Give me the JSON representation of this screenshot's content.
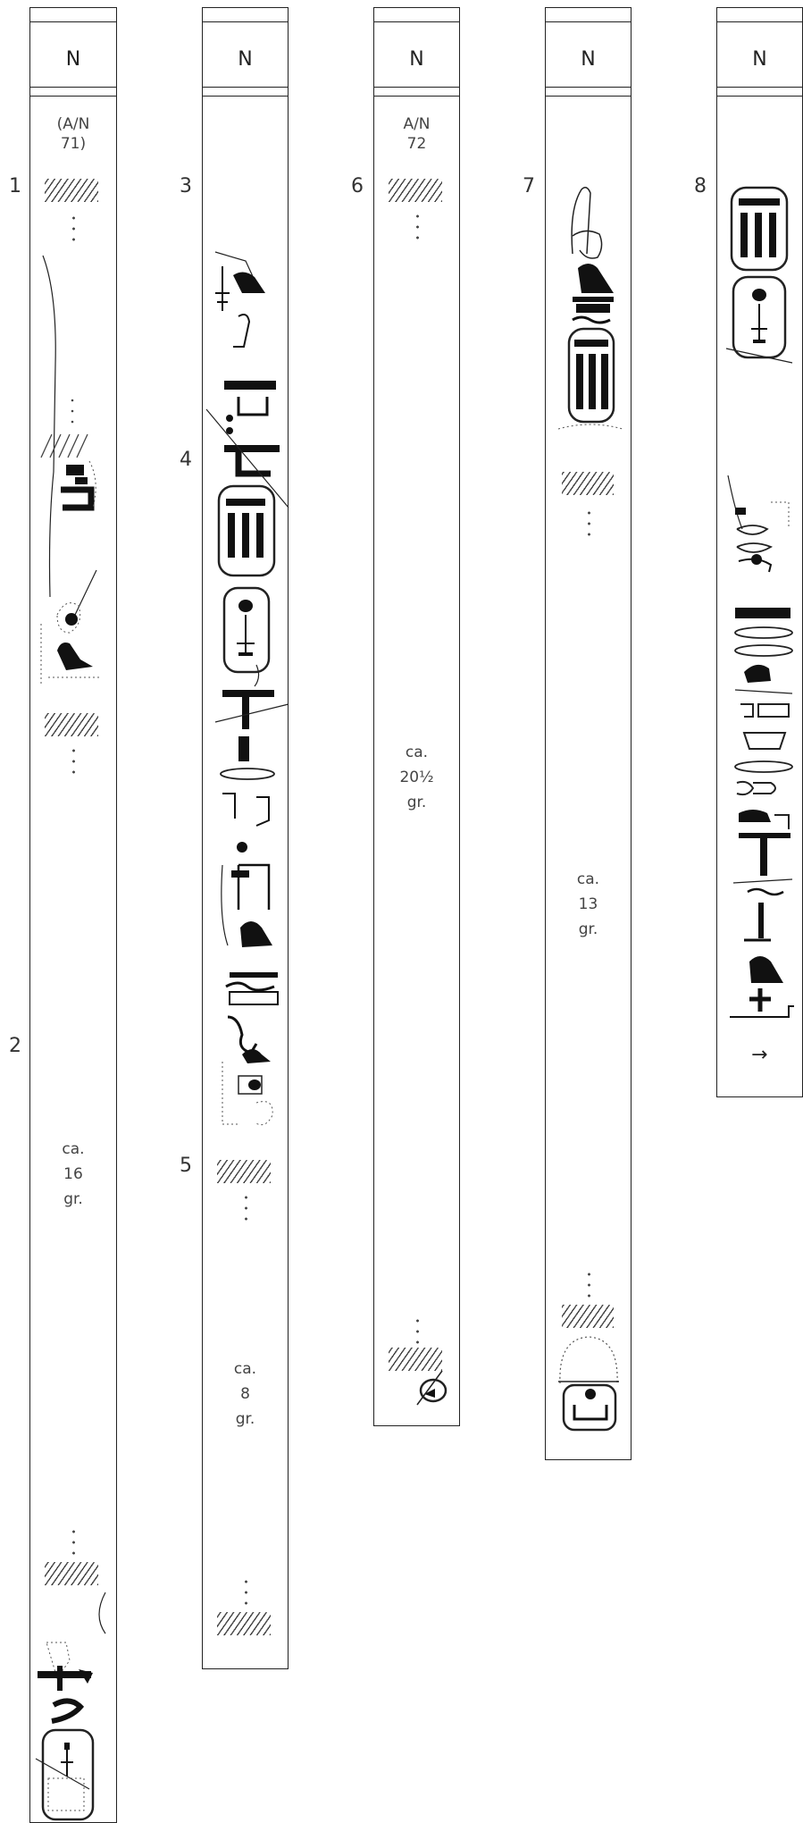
{
  "columns": [
    {
      "n_label": "N",
      "ref": [
        "(A/N",
        "71)"
      ],
      "gap": [
        "ca.",
        "16",
        "gr."
      ],
      "line_numbers": [
        "1",
        "2"
      ]
    },
    {
      "n_label": "N",
      "ref": [],
      "gap": [
        "ca.",
        "8",
        "gr."
      ],
      "line_numbers": [
        "3",
        "4",
        "5"
      ]
    },
    {
      "n_label": "N",
      "ref": [
        "A/N",
        "72"
      ],
      "gap": [
        "ca.",
        "20½",
        "gr."
      ],
      "line_numbers": [
        "6"
      ]
    },
    {
      "n_label": "N",
      "ref": [],
      "gap": [
        "ca.",
        "13",
        "gr."
      ],
      "line_numbers": [
        "7"
      ]
    },
    {
      "n_label": "N",
      "ref": [],
      "gap": [],
      "line_numbers": [
        "8"
      ],
      "direction_arrow": "→"
    }
  ]
}
